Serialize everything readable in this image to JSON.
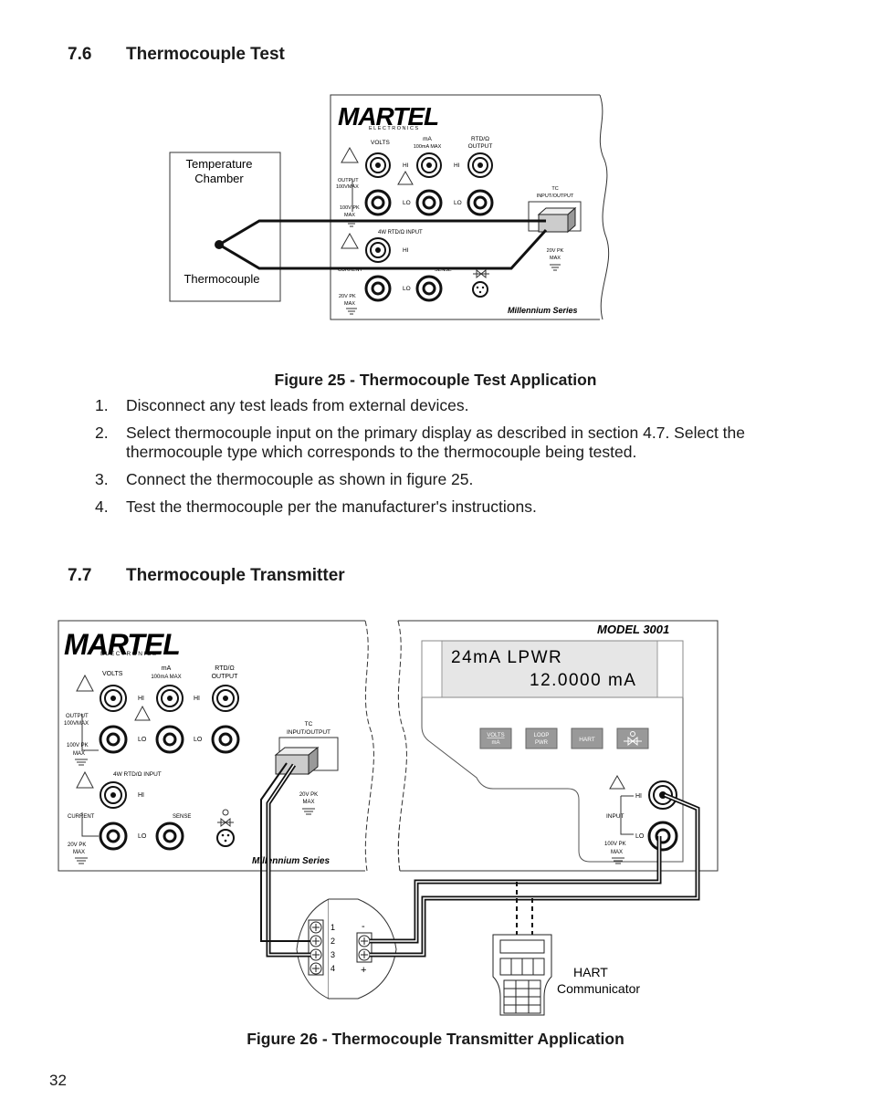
{
  "section_76": {
    "number": "7.6",
    "title": "Thermocouple Test"
  },
  "figure25": {
    "caption": "Figure 25 - Thermocouple Test Application",
    "chamber_label_1": "Temperature",
    "chamber_label_2": "Chamber",
    "thermocouple_label": "Thermocouple"
  },
  "panel": {
    "brand": "MARTEL",
    "brand_sub": "ELECTRONICS",
    "volts": "VOLTS",
    "ma": "mA",
    "ma_max": "100mA MAX",
    "rtd_1": "RTD/Ω",
    "rtd_2": "OUTPUT",
    "hi": "HI",
    "lo": "LO",
    "output_1": "OUTPUT",
    "output_2": "100VMAX",
    "pk100_1": "100V PK",
    "pk100_2": "MAX",
    "rtd_input": "4W RTD/Ω INPUT",
    "current": "CURRENT",
    "sense": "SENSE",
    "pk20_1": "20V PK",
    "pk20_2": "MAX",
    "tc_1": "TC",
    "tc_2": "INPUT/OUTPUT",
    "series": "Millennium Series"
  },
  "steps": [
    {
      "n": "1.",
      "text": "Disconnect any test leads from external devices."
    },
    {
      "n": "2.",
      "text": "Select thermocouple input on the primary display as described in section 4.7.  Select the thermocouple type which corresponds to the thermocouple being tested."
    },
    {
      "n": "3.",
      "text": "Connect the thermocouple as shown in figure 25."
    },
    {
      "n": "4.",
      "text": "Test the thermocouple per the manufacturer's instructions."
    }
  ],
  "section_77": {
    "number": "7.7",
    "title": "Thermocouple Transmitter"
  },
  "figure26": {
    "caption": "Figure 26 - Thermocouple Transmitter Application",
    "model": "MODEL 3001",
    "lcd_line1": "24mA LPWR",
    "lcd_line2": "12.0000 mA",
    "key_volts_1": "VOLTS",
    "key_volts_2": "mA",
    "key_loop_1": "LOOP",
    "key_loop_2": "PWR",
    "key_hart": "HART",
    "input": "INPUT",
    "hi": "HI",
    "lo": "LO",
    "pk_1": "100V PK",
    "pk_2": "MAX",
    "terminal_1": "1",
    "terminal_2": "2",
    "terminal_3": "3",
    "terminal_4": "4",
    "minus": "-",
    "plus": "+",
    "hart_1": "HART",
    "hart_2": "Communicator"
  },
  "page_number": "32"
}
